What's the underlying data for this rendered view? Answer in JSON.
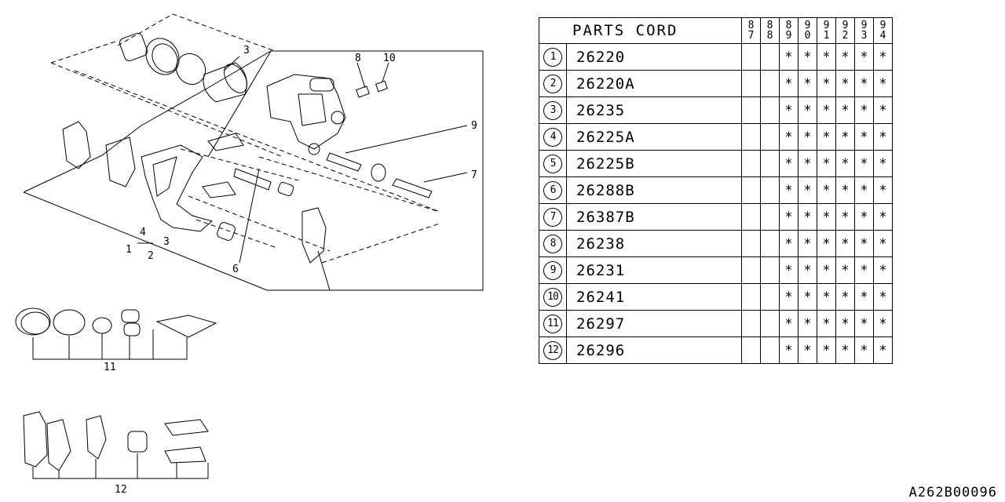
{
  "table": {
    "header": "PARTS CORD",
    "years": [
      {
        "top": "8",
        "bottom": "7"
      },
      {
        "top": "8",
        "bottom": "8"
      },
      {
        "top": "8",
        "bottom": "9"
      },
      {
        "top": "9",
        "bottom": "0"
      },
      {
        "top": "9",
        "bottom": "1"
      },
      {
        "top": "9",
        "bottom": "2"
      },
      {
        "top": "9",
        "bottom": "3"
      },
      {
        "top": "9",
        "bottom": "4"
      }
    ],
    "rows": [
      {
        "num": "1",
        "code": "26220",
        "marks": [
          "",
          "",
          "*",
          "*",
          "*",
          "*",
          "*",
          "*"
        ]
      },
      {
        "num": "2",
        "code": "26220A",
        "marks": [
          "",
          "",
          "*",
          "*",
          "*",
          "*",
          "*",
          "*"
        ]
      },
      {
        "num": "3",
        "code": "26235",
        "marks": [
          "",
          "",
          "*",
          "*",
          "*",
          "*",
          "*",
          "*"
        ]
      },
      {
        "num": "4",
        "code": "26225A",
        "marks": [
          "",
          "",
          "*",
          "*",
          "*",
          "*",
          "*",
          "*"
        ]
      },
      {
        "num": "5",
        "code": "26225B",
        "marks": [
          "",
          "",
          "*",
          "*",
          "*",
          "*",
          "*",
          "*"
        ]
      },
      {
        "num": "6",
        "code": "26288B",
        "marks": [
          "",
          "",
          "*",
          "*",
          "*",
          "*",
          "*",
          "*"
        ]
      },
      {
        "num": "7",
        "code": "26387B",
        "marks": [
          "",
          "",
          "*",
          "*",
          "*",
          "*",
          "*",
          "*"
        ]
      },
      {
        "num": "8",
        "code": "26238",
        "marks": [
          "",
          "",
          "*",
          "*",
          "*",
          "*",
          "*",
          "*"
        ]
      },
      {
        "num": "9",
        "code": "26231",
        "marks": [
          "",
          "",
          "*",
          "*",
          "*",
          "*",
          "*",
          "*"
        ]
      },
      {
        "num": "10",
        "code": "26241",
        "marks": [
          "",
          "",
          "*",
          "*",
          "*",
          "*",
          "*",
          "*"
        ]
      },
      {
        "num": "11",
        "code": "26297",
        "marks": [
          "",
          "",
          "*",
          "*",
          "*",
          "*",
          "*",
          "*"
        ]
      },
      {
        "num": "12",
        "code": "26296",
        "marks": [
          "",
          "",
          "*",
          "*",
          "*",
          "*",
          "*",
          "*"
        ]
      }
    ]
  },
  "callouts": {
    "c1": "1",
    "c2": "2",
    "c3": "3",
    "c3b": "3",
    "c4": "4",
    "c6": "6",
    "c7": "7",
    "c8": "8",
    "c9": "9",
    "c10": "10",
    "c11": "11",
    "c12": "12"
  },
  "drawing_id": "A262B00096"
}
